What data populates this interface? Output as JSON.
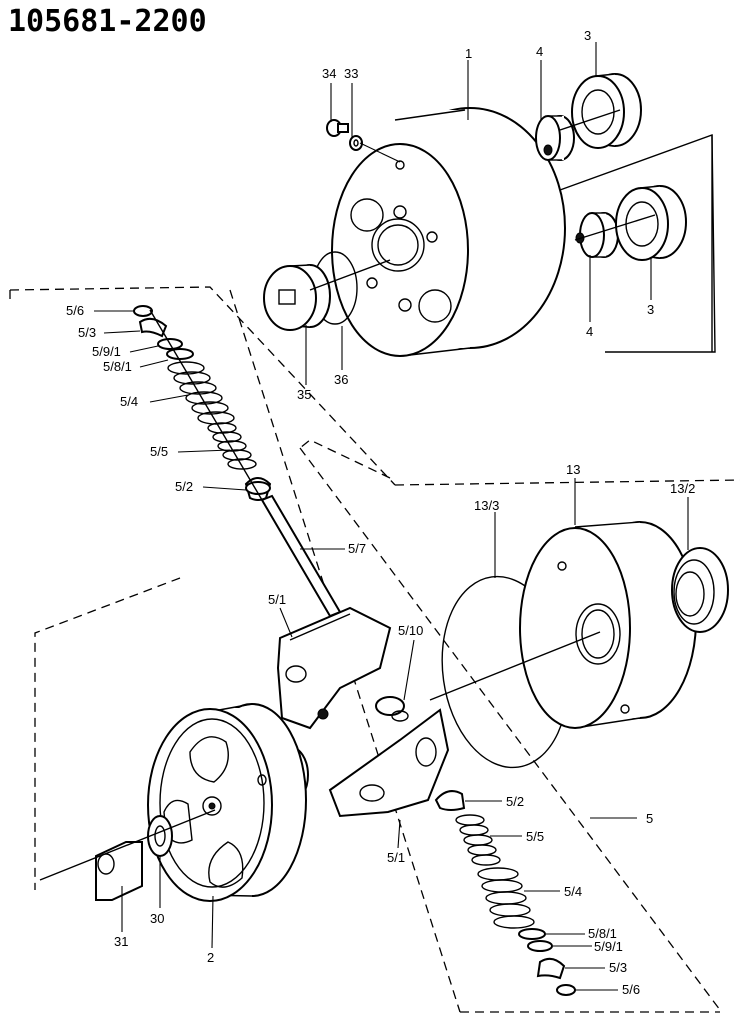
{
  "drawing_number": "105681-2200",
  "callouts": {
    "c1": "1",
    "c2": "2",
    "c3a": "3",
    "c3b": "3",
    "c4a": "4",
    "c4b": "4",
    "c5": "5",
    "c5_1a": "5/1",
    "c5_1b": "5/1",
    "c5_2a": "5/2",
    "c5_2b": "5/2",
    "c5_3a": "5/3",
    "c5_3b": "5/3",
    "c5_4a": "5/4",
    "c5_4b": "5/4",
    "c5_5a": "5/5",
    "c5_5b": "5/5",
    "c5_6a": "5/6",
    "c5_6b": "5/6",
    "c5_7": "5/7",
    "c5_8_1a": "5/8/1",
    "c5_8_1b": "5/8/1",
    "c5_9_1a": "5/9/1",
    "c5_9_1b": "5/9/1",
    "c5_10": "5/10",
    "c13": "13",
    "c13_2": "13/2",
    "c13_3": "13/3",
    "c30": "30",
    "c31": "31",
    "c33": "33",
    "c34": "34",
    "c35": "35",
    "c36": "36"
  }
}
